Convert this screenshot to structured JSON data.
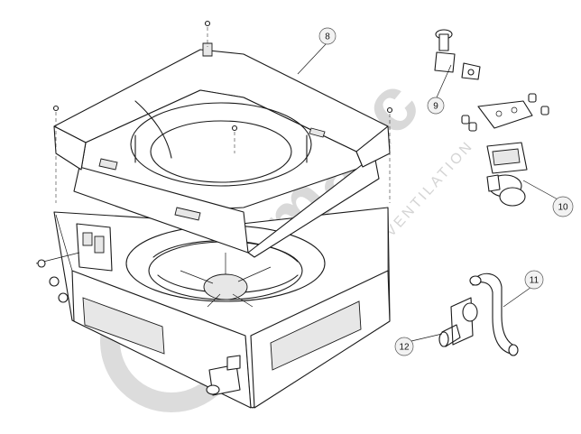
{
  "diagram": {
    "watermark": {
      "brand": "climatic",
      "tagline": "CLIMATISATION ET VENTILATION"
    },
    "callouts": [
      {
        "id": "c8",
        "label": "8"
      },
      {
        "id": "c9",
        "label": "9"
      },
      {
        "id": "c10",
        "label": "10"
      },
      {
        "id": "c11",
        "label": "11"
      },
      {
        "id": "c12",
        "label": "12"
      }
    ]
  }
}
